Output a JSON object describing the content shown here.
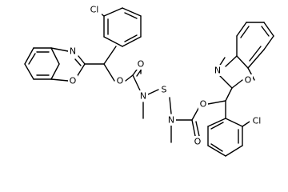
{
  "atom_labels": {
    "cl_top": "Cl",
    "cl_bottom": "Cl",
    "n_oxazole_left": "N",
    "o_oxazole_left": "O",
    "o_oxazole_right": "O",
    "n_oxazole_right": "N",
    "o_ester_left": "O",
    "o_carbonyl_left": "O",
    "n_amide_left": "N",
    "s_bridge": "S",
    "n_amide_right": "N",
    "o_ester_right": "O",
    "o_carbonyl_right": "O"
  },
  "colors": {
    "bond": "#000000",
    "background": "#ffffff"
  }
}
